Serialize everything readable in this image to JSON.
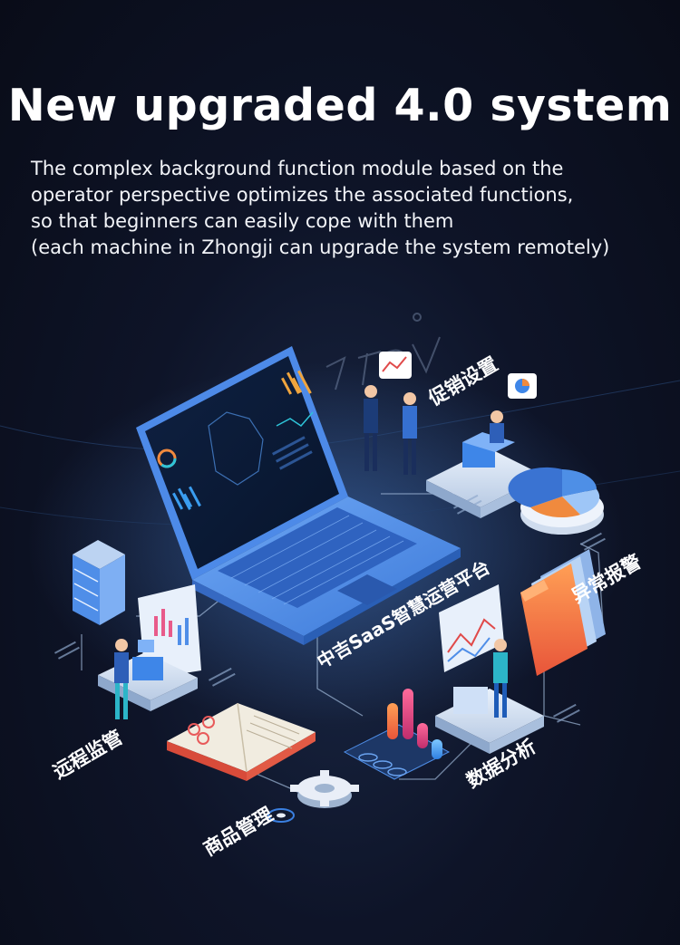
{
  "header": {
    "title": "New upgraded 4.0 system",
    "description_lines": [
      "The complex background function module based on the",
      "operator perspective optimizes the associated functions,",
      "so that beginners can easily cope with them",
      "(each machine in Zhongji can upgrade the system remotely)"
    ]
  },
  "modules": {
    "platform": "中吉SaaS智慧运营平台",
    "promotion": "促销设置",
    "alarm": "异常报警",
    "remote": "远程监管",
    "data": "数据分析",
    "goods": "商品管理"
  },
  "colors": {
    "accent": "#3a7fe0",
    "laptop": "#4f8ff0",
    "orange": "#f08a3e",
    "background": "#0b0f1e"
  }
}
